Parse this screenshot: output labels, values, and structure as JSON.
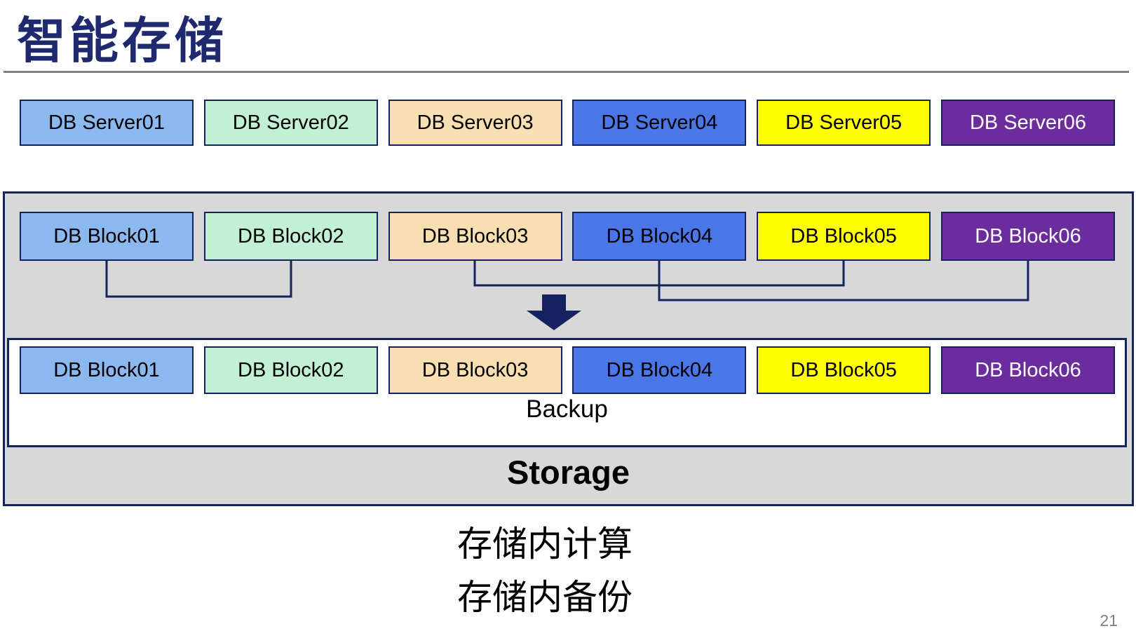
{
  "slide": {
    "title": "智能存储",
    "page_number": "21",
    "caption": {
      "line1": "存储内计算",
      "line2": "存储内备份"
    }
  },
  "palette": {
    "title_navy": "#1F2A6E",
    "border_navy": "#14235F",
    "container_gray": "#D8D8D8",
    "rule_gray": "#808080",
    "page_number_gray": "#7F7F7F",
    "light_blue": "#8CB8F0",
    "mint_green": "#C3EFD6",
    "tan": "#F8DFB2",
    "royal_blue": "#4A76E8",
    "yellow": "#FFFF00",
    "purple": "#6B2C9E"
  },
  "server_row": {
    "items": [
      {
        "label": "DB Server01",
        "color": "#8CB8F0"
      },
      {
        "label": "DB Server02",
        "color": "#C3EFD6"
      },
      {
        "label": "DB Server03",
        "color": "#F8DFB2"
      },
      {
        "label": "DB Server04",
        "color": "#4A76E8"
      },
      {
        "label": "DB Server05",
        "color": "#FFFF00"
      },
      {
        "label": "DB Server06",
        "color": "#6B2C9E"
      }
    ]
  },
  "storage": {
    "label": "Storage",
    "backup_label": "Backup",
    "upper_blocks": [
      {
        "label": "DB Block01",
        "color": "#8CB8F0"
      },
      {
        "label": "DB Block02",
        "color": "#C3EFD6"
      },
      {
        "label": "DB Block03",
        "color": "#F8DFB2"
      },
      {
        "label": "DB Block04",
        "color": "#4A76E8"
      },
      {
        "label": "DB Block05",
        "color": "#FFFF00"
      },
      {
        "label": "DB Block06",
        "color": "#6B2C9E"
      }
    ],
    "lower_blocks": [
      {
        "label": "DB Block01",
        "color": "#8CB8F0"
      },
      {
        "label": "DB Block02",
        "color": "#C3EFD6"
      },
      {
        "label": "DB Block03",
        "color": "#F8DFB2"
      },
      {
        "label": "DB Block04",
        "color": "#4A76E8"
      },
      {
        "label": "DB Block05",
        "color": "#FFFF00"
      },
      {
        "label": "DB Block06",
        "color": "#6B2C9E"
      }
    ],
    "connectors": [
      {
        "from": "DB Block01",
        "to": "DB Block02"
      },
      {
        "from": "DB Block03",
        "to": "DB Block05"
      },
      {
        "from": "DB Block04",
        "to": "DB Block06"
      }
    ]
  }
}
